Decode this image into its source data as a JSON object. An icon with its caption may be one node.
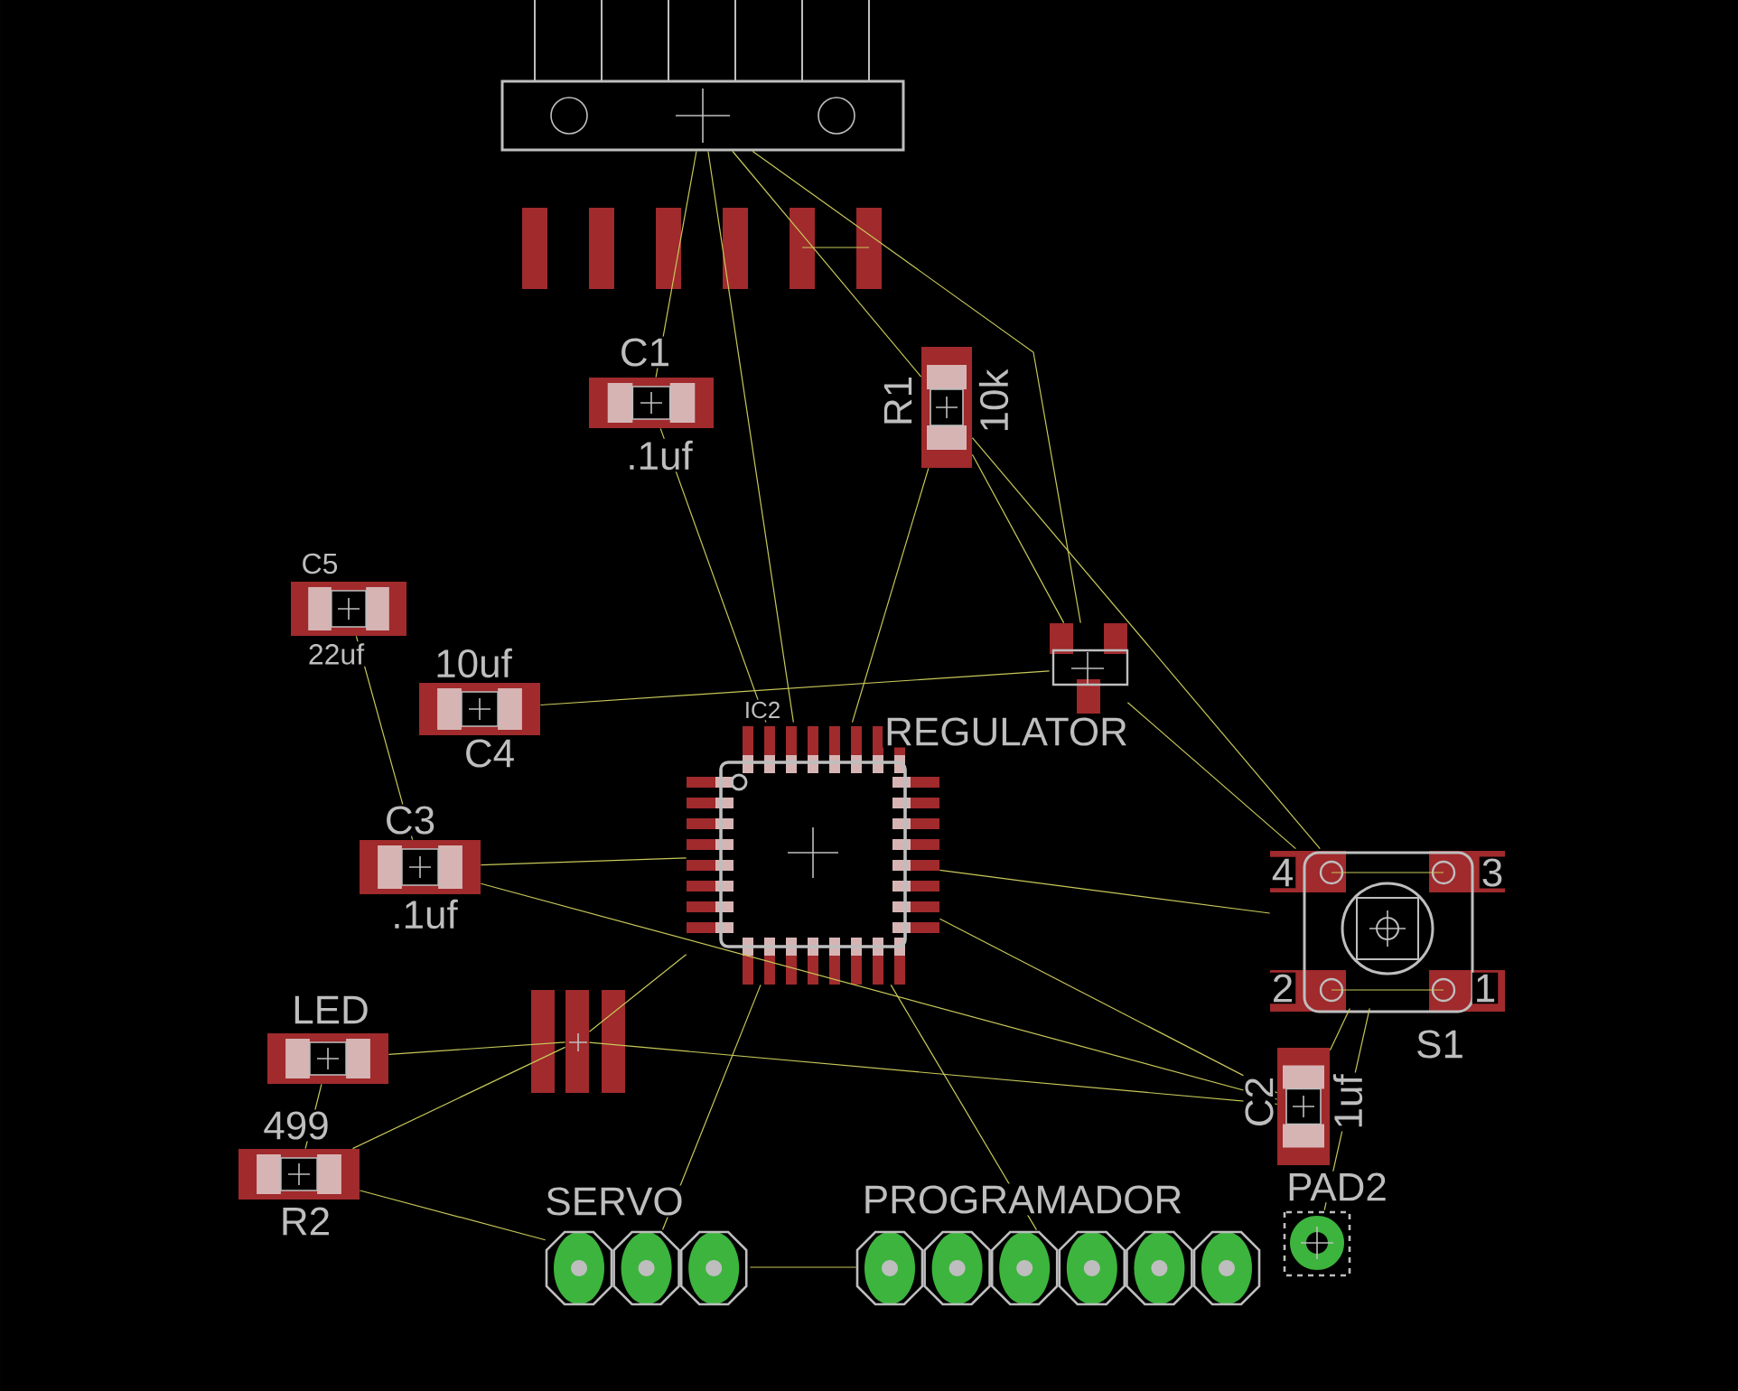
{
  "diagram": {
    "nodes": [
      {
        "text": [],
        "shape": "box"
      },
      {
        "text": [
          "C1",
          ".1uf"
        ]
      },
      {
        "text": [
          "R1",
          "10k"
        ]
      },
      {
        "text": [
          "C5",
          "22uf"
        ]
      },
      {
        "text": [
          "10uf",
          "C4"
        ]
      },
      {
        "text": [
          "REGULATOR"
        ]
      },
      {
        "text": [
          "IC2"
        ]
      },
      {
        "text": [
          "C3",
          ".1uf"
        ]
      },
      {
        "text": [
          "4",
          "3",
          "2",
          "1",
          "S1"
        ]
      },
      {
        "text": [],
        "shape": "box"
      },
      {
        "text": [
          "LED"
        ]
      },
      {
        "text": [
          "C2",
          "1uf"
        ]
      },
      {
        "text": [
          "499",
          "R2"
        ]
      },
      {
        "text": [
          "SERVO"
        ]
      },
      {
        "text": [
          "PROGRAMADOR"
        ]
      },
      {
        "text": [
          "PAD2"
        ]
      }
    ],
    "edges": [
      {
        "from": 0,
        "to": 1,
        "arrow": "none"
      },
      {
        "from": 0,
        "to": 6,
        "arrow": "none"
      },
      {
        "from": 0,
        "to": 2,
        "arrow": "none"
      },
      {
        "from": 0,
        "to": 5,
        "arrow": "none"
      },
      {
        "from": 1,
        "to": 6,
        "arrow": "none"
      },
      {
        "from": 2,
        "to": 5,
        "arrow": "none"
      },
      {
        "from": 2,
        "to": 6,
        "arrow": "none"
      },
      {
        "from": 2,
        "to": 8,
        "arrow": "none"
      },
      {
        "from": 3,
        "to": 7,
        "arrow": "none"
      },
      {
        "from": 4,
        "to": 5,
        "arrow": "none"
      },
      {
        "from": 7,
        "to": 6,
        "arrow": "none"
      },
      {
        "from": 7,
        "to": 11,
        "arrow": "none"
      },
      {
        "from": 6,
        "to": 8,
        "arrow": "none"
      },
      {
        "from": 6,
        "to": 14,
        "arrow": "none"
      },
      {
        "from": 6,
        "to": 13,
        "arrow": "none"
      },
      {
        "from": 9,
        "to": 6,
        "arrow": "none"
      },
      {
        "from": 10,
        "to": 9,
        "arrow": "none"
      },
      {
        "from": 9,
        "to": 11,
        "arrow": "none"
      },
      {
        "from": 12,
        "to": 10,
        "arrow": "none"
      },
      {
        "from": 12,
        "to": 9,
        "arrow": "none"
      },
      {
        "from": 12,
        "to": 13,
        "arrow": "none"
      },
      {
        "from": 13,
        "to": 14,
        "arrow": "none"
      },
      {
        "from": 8,
        "to": 11,
        "arrow": "none"
      },
      {
        "from": 8,
        "to": 15,
        "arrow": "none"
      },
      {
        "from": 5,
        "to": 8,
        "arrow": "none"
      },
      {
        "from": 6,
        "to": 11,
        "arrow": "none"
      }
    ]
  }
}
